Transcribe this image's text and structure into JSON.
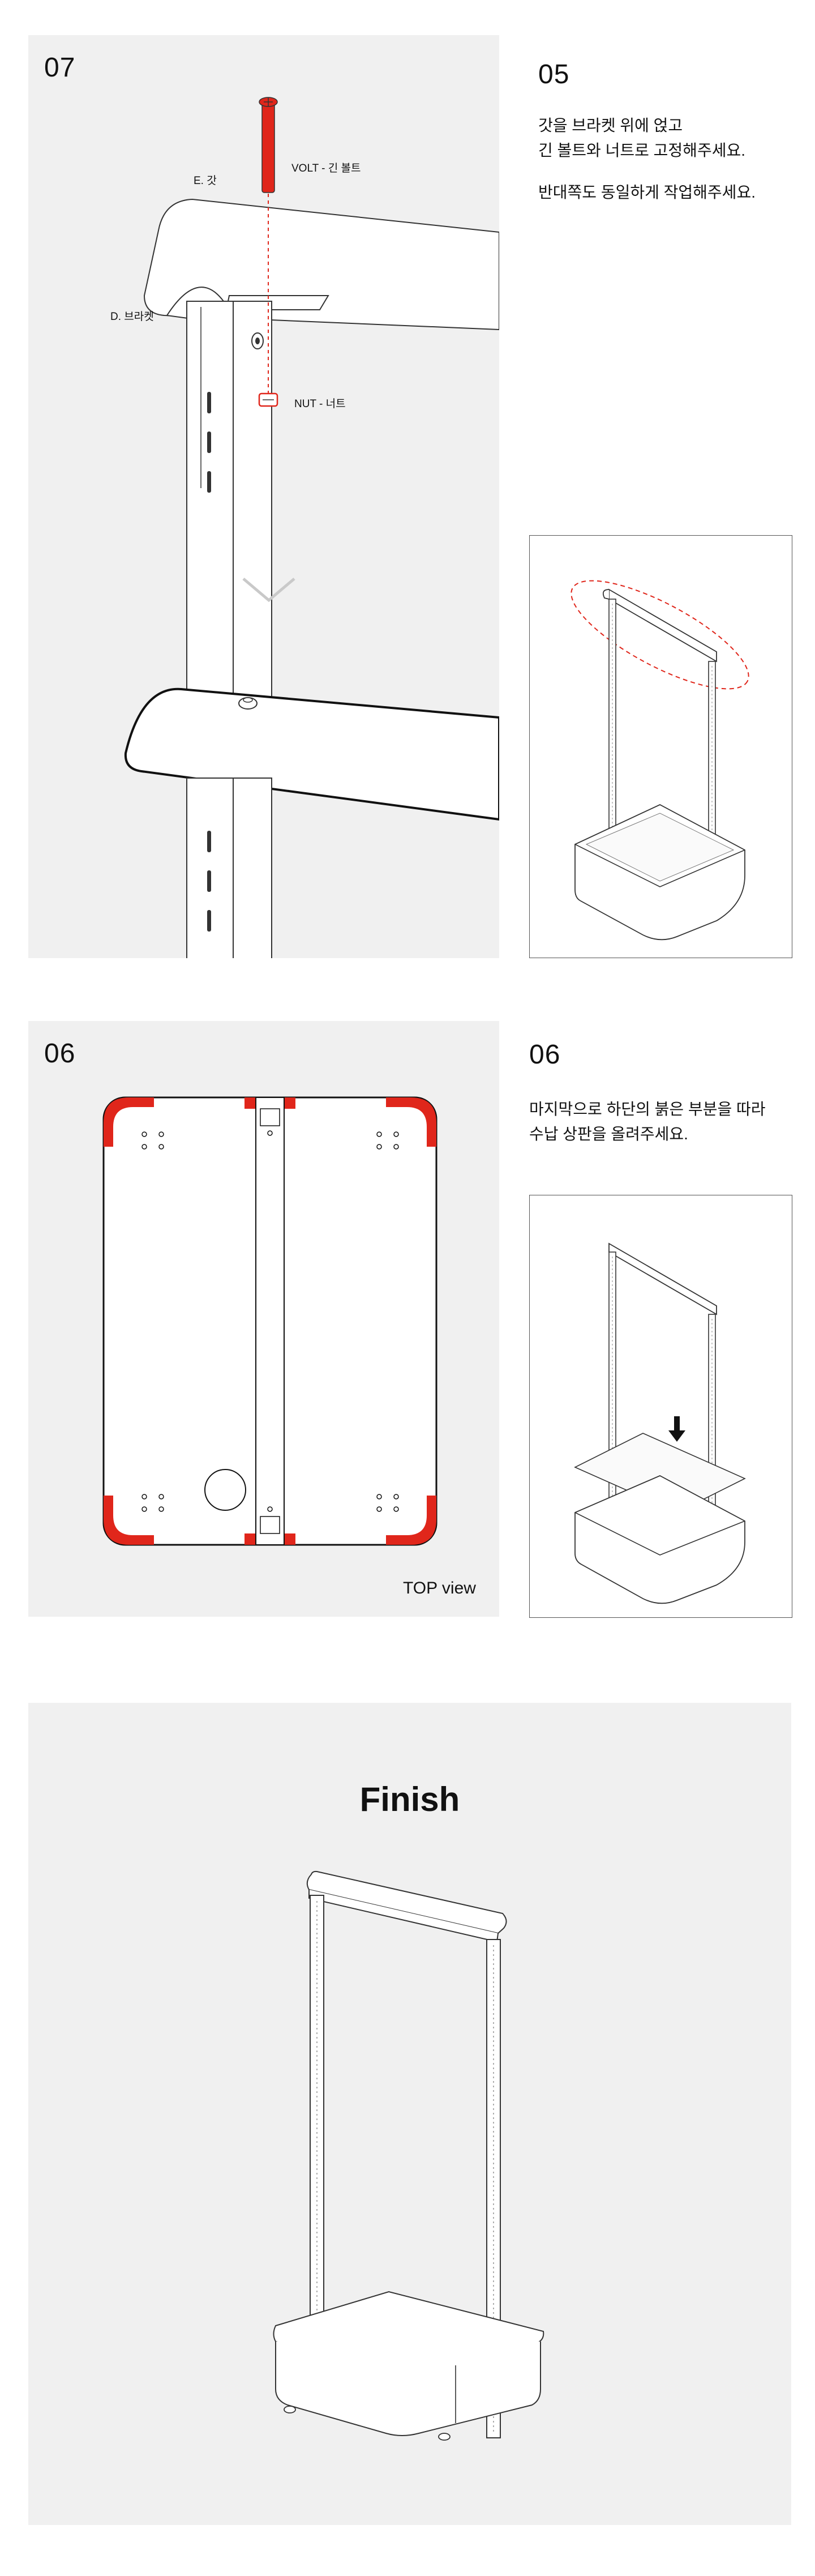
{
  "section1": {
    "left_step": "07",
    "right_step": "05",
    "desc_lines": [
      "갓을 브라켓 위에 얹고",
      "긴 볼트와 너트로 고정해주세요.",
      "",
      "반대쪽도 동일하게 작업해주세요."
    ],
    "labels": {
      "bolt": "VOLT - 긴 볼트",
      "cap": "E. 갓",
      "bracket": "D. 브라켓",
      "nut": "NUT - 너트"
    }
  },
  "section2": {
    "left_step": "06",
    "right_step": "06",
    "desc_lines": [
      "마지막으로 하단의 붉은 부분을 따라",
      "수납 상판을 올려주세요."
    ],
    "top_view": "TOP view"
  },
  "finish": {
    "title": "Finish"
  },
  "colors": {
    "panel_bg": "#f0f0f0",
    "accent_red": "#e0261b",
    "line": "#111111"
  }
}
